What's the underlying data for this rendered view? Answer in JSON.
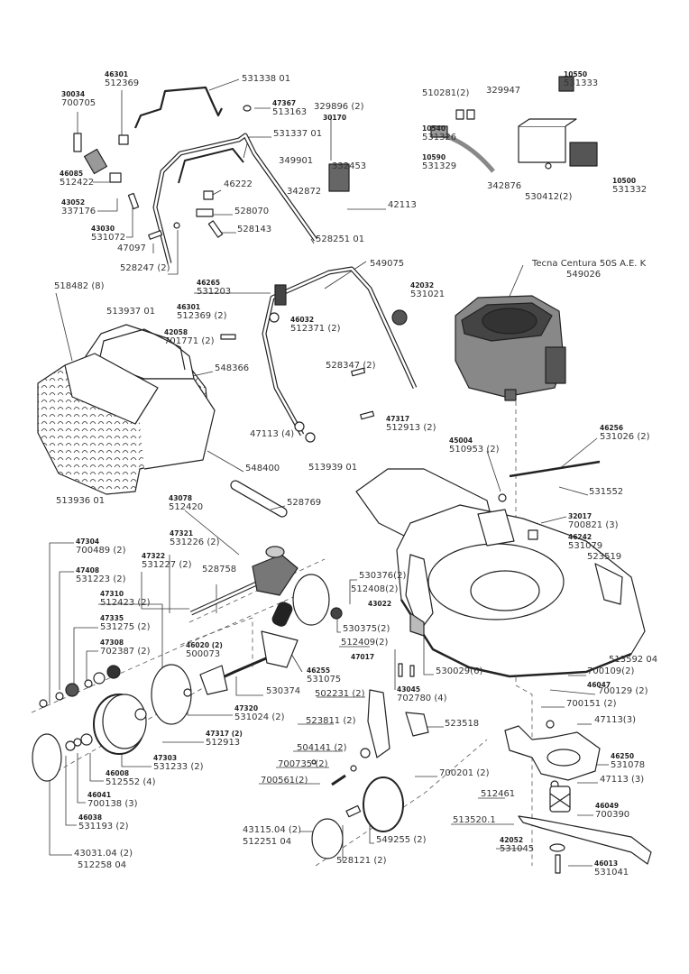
{
  "engine": {
    "model": "Tecna Centura 50S A.E. K",
    "part": "549026"
  },
  "labels": [
    {
      "code": "46301",
      "part": "512369"
    },
    {
      "code": "30034",
      "part": "700705"
    },
    {
      "code": "",
      "part": "531338 01"
    },
    {
      "code": "47367",
      "part": "513163"
    },
    {
      "code": "",
      "part": "531337 01"
    },
    {
      "code": "46085",
      "part": "512422"
    },
    {
      "code": "43052",
      "part": "337176"
    },
    {
      "code": "43030",
      "part": "531072"
    },
    {
      "code": "",
      "part": "46222"
    },
    {
      "code": "",
      "part": "528070"
    },
    {
      "code": "",
      "part": "528143"
    },
    {
      "code": "",
      "part": "47097"
    },
    {
      "code": "",
      "part": "528247 (2)"
    },
    {
      "code": "",
      "part": "329896 (2)"
    },
    {
      "code": "30170",
      "part": ""
    },
    {
      "code": "",
      "part": "349901"
    },
    {
      "code": "",
      "part": "332453"
    },
    {
      "code": "",
      "part": "342872"
    },
    {
      "code": "",
      "part": "42113"
    },
    {
      "code": "",
      "part": "528251 01"
    },
    {
      "code": "",
      "part": "510281(2)"
    },
    {
      "code": "",
      "part": "329947"
    },
    {
      "code": "10540",
      "part": "531326"
    },
    {
      "code": "10590",
      "part": "531329"
    },
    {
      "code": "10550",
      "part": "531333"
    },
    {
      "code": "",
      "part": "342876"
    },
    {
      "code": "",
      "part": "530412(2)"
    },
    {
      "code": "10500",
      "part": "531332"
    },
    {
      "code": "",
      "part": "549075"
    },
    {
      "code": "46265",
      "part": "531203"
    },
    {
      "code": "42032",
      "part": "531021"
    },
    {
      "code": "46301",
      "part": "512369 (2)"
    },
    {
      "code": "46032",
      "part": "512371 (2)"
    },
    {
      "code": "",
      "part": "518482 (8)"
    },
    {
      "code": "",
      "part": "513937 01"
    },
    {
      "code": "42058",
      "part": "701771 (2)"
    },
    {
      "code": "",
      "part": "548366"
    },
    {
      "code": "",
      "part": "528347 (2)"
    },
    {
      "code": "47317",
      "part": "512913 (2)"
    },
    {
      "code": "",
      "part": "47113 (4)"
    },
    {
      "code": "",
      "part": "548400"
    },
    {
      "code": "",
      "part": "513936 01"
    },
    {
      "code": "45004",
      "part": "510953 (2)"
    },
    {
      "code": "46256",
      "part": "531026 (2)"
    },
    {
      "code": "",
      "part": "531552"
    },
    {
      "code": "",
      "part": "513939 01"
    },
    {
      "code": "43078",
      "part": "512420"
    },
    {
      "code": "",
      "part": "528769"
    },
    {
      "code": "32017",
      "part": "700821 (3)"
    },
    {
      "code": "46242",
      "part": "531079"
    },
    {
      "code": "47304",
      "part": "700489 (2)"
    },
    {
      "code": "47321",
      "part": "531226 (2)"
    },
    {
      "code": "47322",
      "part": "531227 (2)"
    },
    {
      "code": "",
      "part": "528758"
    },
    {
      "code": "47408",
      "part": "531223 (2)"
    },
    {
      "code": "",
      "part": "523519"
    },
    {
      "code": "47310",
      "part": "512423 (2)"
    },
    {
      "code": "",
      "part": "530376(2)"
    },
    {
      "code": "",
      "part": "512408(2)"
    },
    {
      "code": "43022",
      "part": ""
    },
    {
      "code": "",
      "part": "530375(2)"
    },
    {
      "code": "47335",
      "part": "531275 (2)"
    },
    {
      "code": "47308",
      "part": "702387 (2)"
    },
    {
      "code": "46020 (2)",
      "part": "500073"
    },
    {
      "code": "46255",
      "part": "531075"
    },
    {
      "code": "",
      "part": "512409(2)"
    },
    {
      "code": "47017",
      "part": ""
    },
    {
      "code": "",
      "part": "530029(6)"
    },
    {
      "code": "",
      "part": "513592 04"
    },
    {
      "code": "",
      "part": "530374"
    },
    {
      "code": "43045",
      "part": "702780 (4)"
    },
    {
      "code": "",
      "part": "502231 (2)"
    },
    {
      "code": "",
      "part": "700109(2)"
    },
    {
      "code": "46047",
      "part": ""
    },
    {
      "code": "",
      "part": "700129 (2)"
    },
    {
      "code": "",
      "part": "700151 (2)"
    },
    {
      "code": "47320",
      "part": "531024 (2)"
    },
    {
      "code": "",
      "part": "523811 (2)"
    },
    {
      "code": "",
      "part": "523518"
    },
    {
      "code": "",
      "part": "47113(3)"
    },
    {
      "code": "47317 (2)",
      "part": "512913"
    },
    {
      "code": "46250",
      "part": "531078"
    },
    {
      "code": "47303",
      "part": "531233 (2)"
    },
    {
      "code": "",
      "part": "504141 (2)"
    },
    {
      "code": "",
      "part": "700735 (2)"
    },
    {
      "code": "",
      "part": "700561(2)"
    },
    {
      "code": "",
      "part": "700201 (2)"
    },
    {
      "code": "",
      "part": "47113 (3)"
    },
    {
      "code": "46008",
      "part": "512552 (4)"
    },
    {
      "code": "46041",
      "part": "700138 (3)"
    },
    {
      "code": "",
      "part": "512461"
    },
    {
      "code": "46049",
      "part": "700390"
    },
    {
      "code": "46038",
      "part": "531193 (2)"
    },
    {
      "code": "",
      "part": "513520.1"
    },
    {
      "code": "",
      "part": "43115.04 (2)"
    },
    {
      "code": "",
      "part": "512251 04"
    },
    {
      "code": "42052",
      "part": "531045"
    },
    {
      "code": "",
      "part": "549255 (2)"
    },
    {
      "code": "",
      "part": "43031.04 (2)"
    },
    {
      "code": "",
      "part": "512258 04"
    },
    {
      "code": "",
      "part": "528121 (2)"
    },
    {
      "code": "46013",
      "part": "531041"
    }
  ]
}
